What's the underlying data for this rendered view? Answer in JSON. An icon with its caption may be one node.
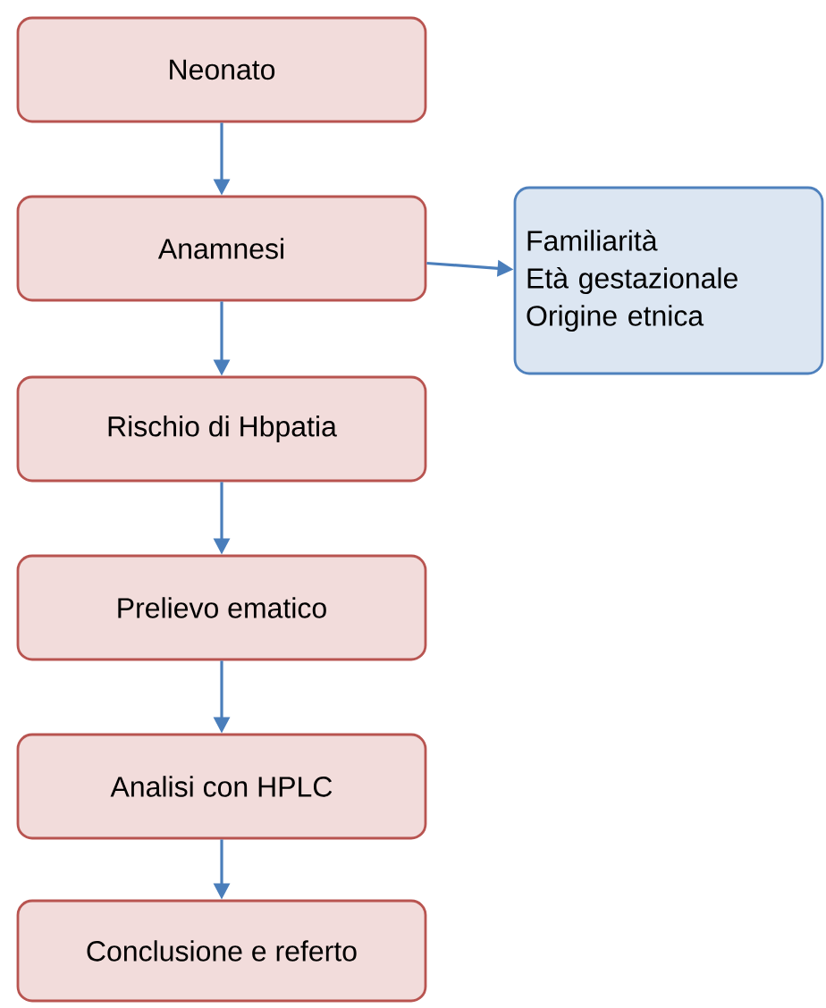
{
  "diagram": {
    "nodes": [
      {
        "text": [
          "Neonato"
        ]
      },
      {
        "text": [
          "Anamnesi"
        ]
      },
      {
        "text": [
          "Rischio di Hbpatia"
        ]
      },
      {
        "text": [
          "Prelievo ematico"
        ]
      },
      {
        "text": [
          "Analisi con HPLC"
        ]
      },
      {
        "text": [
          "Conclusione e referto"
        ]
      },
      {
        "text": [
          "Familiarità",
          "Età gestazionale",
          "Origine etnica"
        ]
      }
    ],
    "edges": [
      {
        "from": 0,
        "to": 1,
        "arrow": "to"
      },
      {
        "from": 1,
        "to": 2,
        "arrow": "to"
      },
      {
        "from": 2,
        "to": 3,
        "arrow": "to"
      },
      {
        "from": 3,
        "to": 4,
        "arrow": "to"
      },
      {
        "from": 4,
        "to": 5,
        "arrow": "to"
      },
      {
        "from": 1,
        "to": 6,
        "arrow": "to"
      }
    ]
  }
}
